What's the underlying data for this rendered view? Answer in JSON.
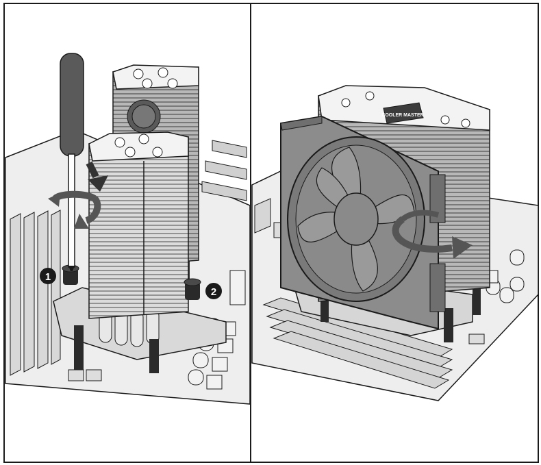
{
  "panels": [
    {
      "id": "left",
      "steps": [
        "1",
        "2"
      ],
      "icons": [
        "screwdriver-icon",
        "rotate-arrow-icon",
        "down-arrow-icon"
      ]
    },
    {
      "id": "right",
      "logo_text": "COOLER MASTER",
      "icons": [
        "cpu-cooler-fan-icon",
        "rotate-arrow-icon"
      ]
    }
  ],
  "colors": {
    "outline": "#1a1a1a",
    "panel_bg": "#ffffff",
    "board": "#e6e6e6",
    "metal": "#d4d4d4",
    "fan": "#8c8c8c",
    "fan_dark": "#6f6f6f"
  }
}
